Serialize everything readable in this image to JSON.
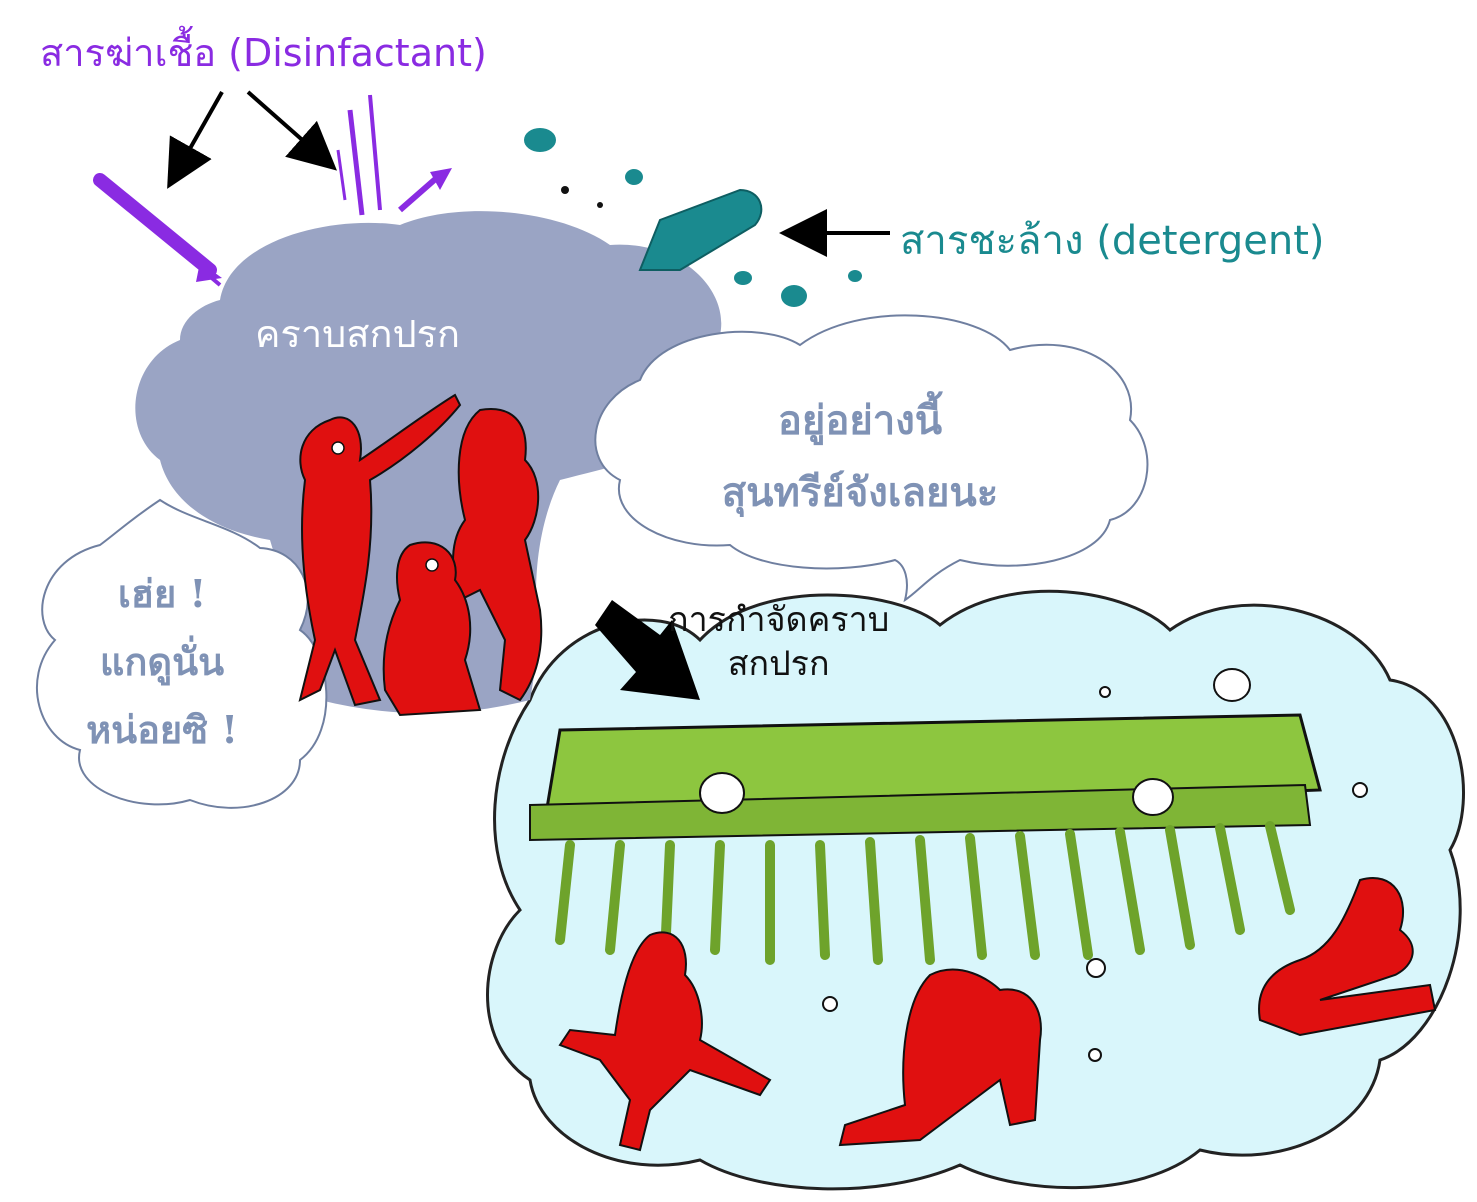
{
  "labels": {
    "disinfectant": "สารฆ่าเชื้อ (Disinfactant)",
    "detergent": "สารชะล้าง (detergent)",
    "dirt": "คราบสกปรก",
    "removal_line1": "การกำจัดคราบ",
    "removal_line2": "สกปรก"
  },
  "speech": {
    "left": [
      "เฮ่ย !",
      "แกดูนั่น",
      "หน่อยซิ !"
    ],
    "right": [
      "อยู่อย่างนี้",
      "สุนทรีย์จังเลยนะ"
    ]
  },
  "colors": {
    "disinfectant": "#8a2be2",
    "detergent": "#1a8a8f",
    "dirt": "#9aa4c4",
    "germ": "#e01010",
    "brush": "#8dc63f",
    "foam_bg": "#d9f6fb",
    "bubble_text": "#7f92b5"
  }
}
